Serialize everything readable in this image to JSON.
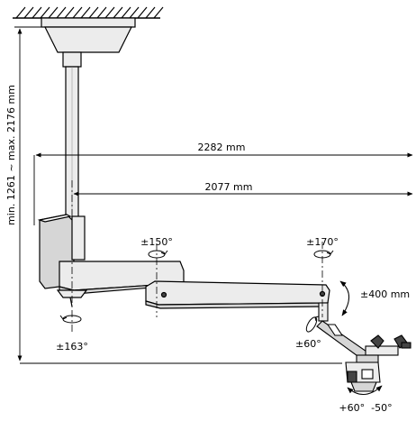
{
  "dimensions": {
    "height_range": "min. 1261 ~ max. 2176 mm",
    "reach_outer": "2282 mm",
    "reach_inner": "2077 mm",
    "vertical_travel": "±400 mm"
  },
  "rotations": {
    "base": "±163°",
    "first_joint": "±150°",
    "second_joint": "±170°",
    "arm_tilt": "±60°",
    "head_tilt": "+60°  -50°"
  },
  "colors": {
    "line": "#000000",
    "body_fill": "#ececec",
    "shade_fill": "#d6d6d6",
    "dark": "#444444"
  }
}
